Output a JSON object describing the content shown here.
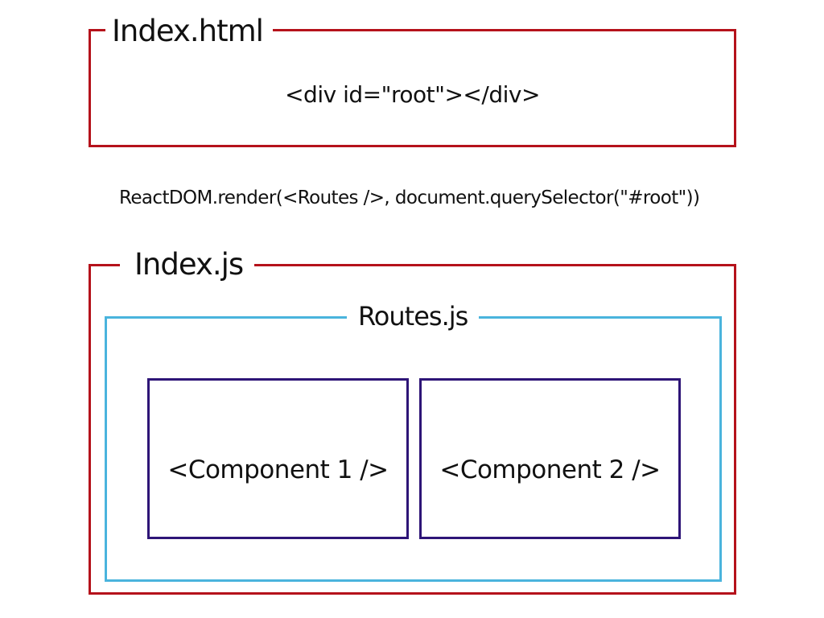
{
  "index_html": {
    "title": "Index.html",
    "content": "<div id=\"root\"></div>"
  },
  "render_call": "ReactDOM.render(<Routes />, document.querySelector(\"#root\"))",
  "index_js": {
    "title": "Index.js",
    "routes": {
      "title": "Routes.js",
      "components": [
        {
          "label": "<Component 1 />"
        },
        {
          "label": "<Component 2 />"
        }
      ]
    }
  },
  "colors": {
    "index_border": "#b5121b",
    "routes_border": "#4ab4dd",
    "component_border": "#2e1577"
  }
}
